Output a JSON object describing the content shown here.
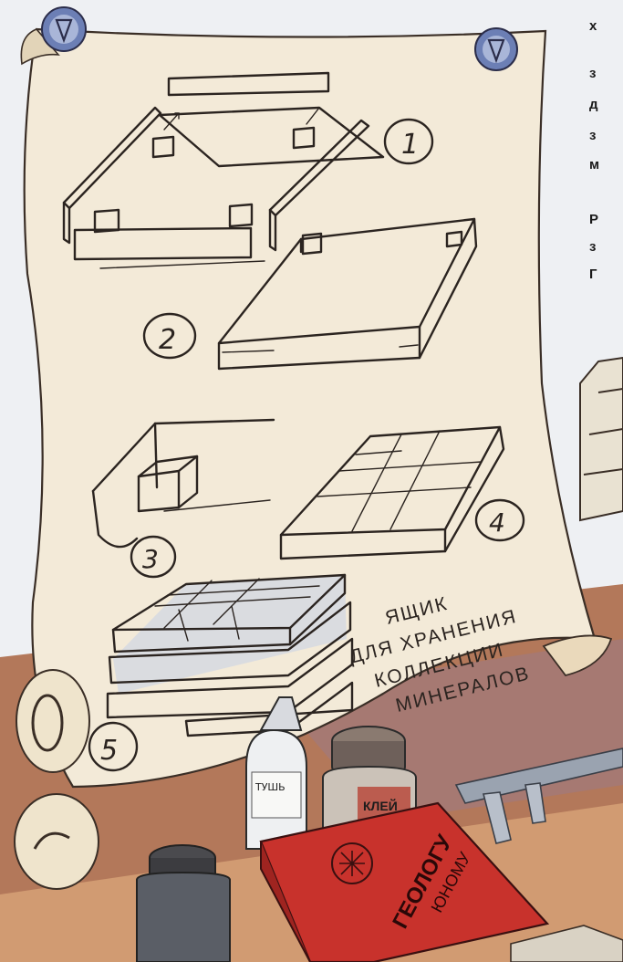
{
  "edge_text": {
    "lines": [
      "х",
      "з",
      "д",
      "з",
      "м",
      "Р",
      "з",
      "Г"
    ]
  },
  "sheet": {
    "steps": [
      "1",
      "2",
      "3",
      "4",
      "5"
    ],
    "caption_lines": [
      "ЯЩИК",
      "ДЛЯ ХРАНЕНИЯ",
      "КОЛЛЕКЦИИ",
      "МИНЕРАЛОВ"
    ]
  },
  "still_life": {
    "glue_bottle_label": "КЛЕЙ",
    "small_bottle_label": "ТУШЬ",
    "book_title": "ГЕОЛОГУ",
    "book_subtitle": "ЮНОМУ"
  },
  "colors": {
    "paper": "#f3ead8",
    "book_red": "#c8322c",
    "pin_blue": "#6c7fb5",
    "table_wood": "#c98a5a"
  }
}
